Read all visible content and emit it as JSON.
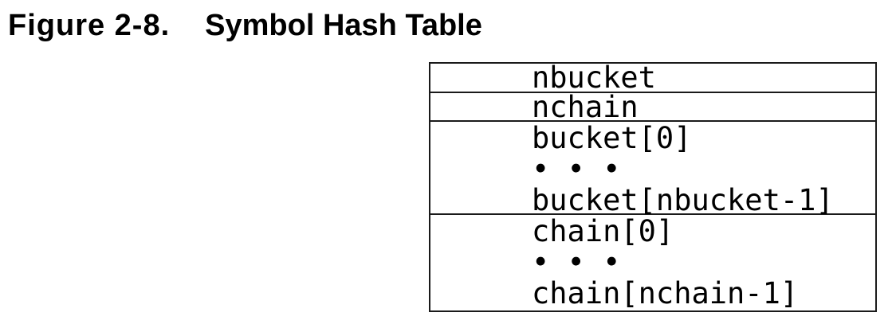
{
  "figure": {
    "label": "Figure 2-8.",
    "title": "Symbol Hash Table"
  },
  "hash_table": {
    "sections": [
      {
        "id": "nbucket",
        "lines": [
          "nbucket"
        ]
      },
      {
        "id": "nchain",
        "lines": [
          "nchain"
        ]
      },
      {
        "id": "bucket-array",
        "lines": [
          "bucket[0]",
          "• • •",
          "bucket[nbucket-1]"
        ]
      },
      {
        "id": "chain-array",
        "lines": [
          "chain[0]",
          "• • •",
          "chain[nchain-1]"
        ]
      }
    ]
  },
  "colors": {
    "text": "#000000",
    "border": "#1a1a1a",
    "background": "#ffffff"
  }
}
